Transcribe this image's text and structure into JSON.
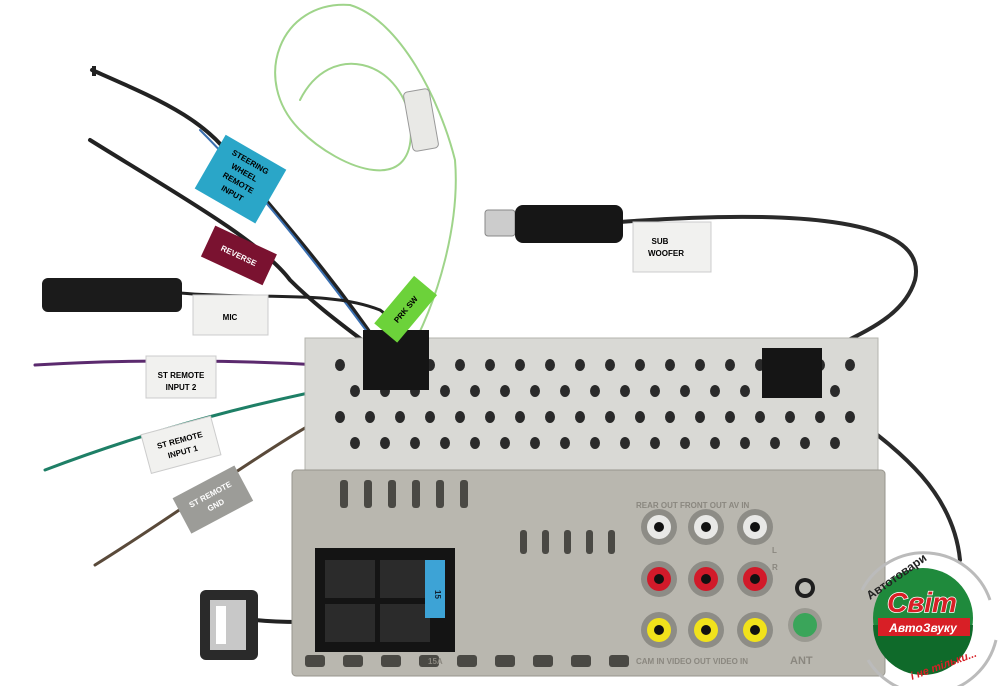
{
  "labels": {
    "steering": [
      "STEERING",
      "WHEEL",
      "REMOTE",
      "INPUT"
    ],
    "reverse": "REVERSE",
    "mic": "MIC",
    "prk_sw": "PRK SW",
    "subwoofer": [
      "SUB",
      "WOOFER"
    ],
    "st_remote_input_2": [
      "ST REMOTE",
      "INPUT 2"
    ],
    "st_remote_input_1": [
      "ST REMOTE",
      "INPUT 1"
    ],
    "st_remote_gnd": [
      "ST REMOTE",
      "GND"
    ]
  },
  "panel": {
    "rca_top_label": "REAR OUT  FRONT OUT  AV IN",
    "rca_bottom_label": "CAM IN  VIDEO OUT  VIDEO IN",
    "ant_label": "ANT",
    "fuse": "15",
    "fuse_rating": "15A",
    "lr": [
      "L",
      "R"
    ]
  },
  "logo": {
    "top_arc": "Автотовари",
    "brand": "Світ",
    "sub": "АвтоЗвуку",
    "tagline": "і не тільки...",
    "colors": {
      "green": "#1f8a3c",
      "red": "#d81f26"
    }
  },
  "colors": {
    "tag_blue": "#2aa6c8",
    "tag_maroon": "#7a1230",
    "tag_green": "#6cd23a",
    "tag_gray": "#9c9c98",
    "tag_white": "#f1f1ef",
    "rca_white": "#e8e8e6",
    "rca_red": "#d11a2a",
    "rca_yellow": "#f1e21b"
  }
}
